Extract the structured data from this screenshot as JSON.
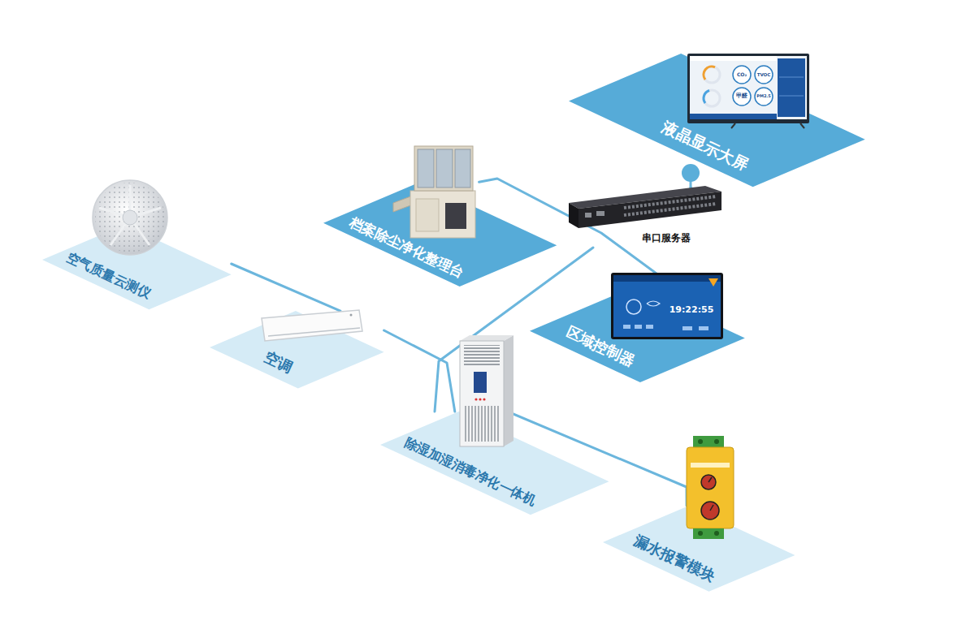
{
  "diagram": {
    "nodes": [
      {
        "text": [
          "空气质量云测仪"
        ]
      },
      {
        "text": [
          "档案除尘净化整理台"
        ]
      },
      {
        "text": [
          "液晶显示大屏"
        ]
      },
      {
        "text": [
          "串口服务器"
        ]
      },
      {
        "text": [
          "区域控制器"
        ]
      },
      {
        "text": [
          "空调"
        ]
      },
      {
        "text": [
          "除湿加湿消毒净化一体机"
        ]
      },
      {
        "text": [
          "漏水报警模块"
        ]
      }
    ],
    "edges": [
      {
        "from": 0,
        "to": 5,
        "arrow": "none"
      },
      {
        "from": 5,
        "to": 6,
        "arrow": "none"
      },
      {
        "from": 6,
        "to": 7,
        "arrow": "none"
      },
      {
        "from": 6,
        "to": 3,
        "arrow": "none"
      },
      {
        "from": 1,
        "to": 4,
        "arrow": "none"
      },
      {
        "from": 3,
        "to": 2,
        "arrow": "none"
      }
    ],
    "labels": [
      "CO₂",
      "TVOC",
      "甲醛",
      "PM2.5",
      "19:22:55"
    ]
  }
}
